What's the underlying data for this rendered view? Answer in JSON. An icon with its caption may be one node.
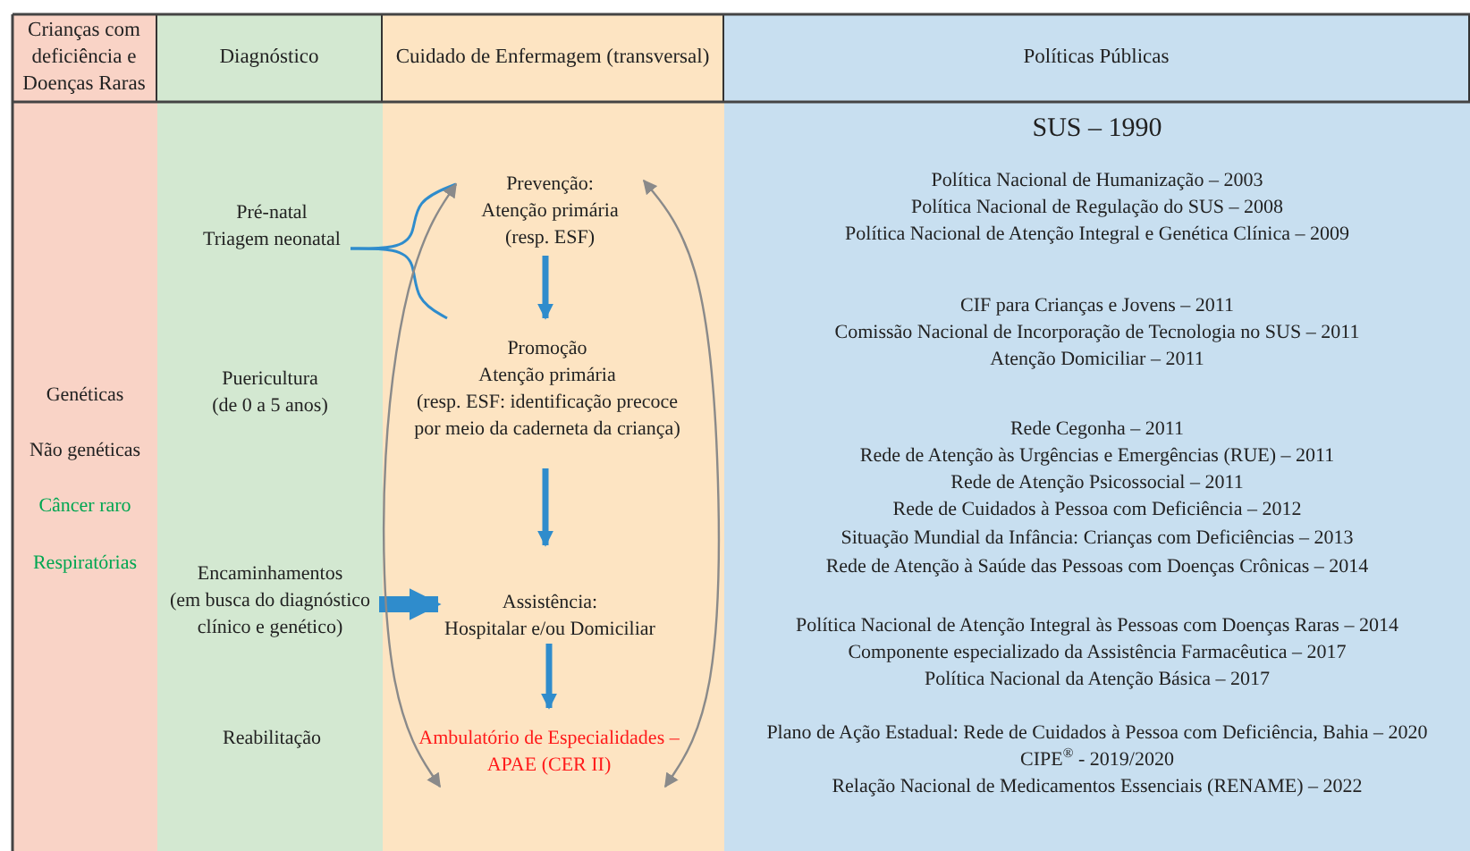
{
  "diagram": {
    "nodes": [
      {
        "text": [
          "Crianças com deficiência e Doenças Raras"
        ]
      },
      {
        "text": [
          "Diagnóstico"
        ]
      },
      {
        "text": [
          "Cuidado de Enfermagem (transversal)"
        ]
      },
      {
        "text": [
          "Políticas Públicas"
        ]
      },
      {
        "text": [
          "Genéticas",
          "Não genéticas",
          "Câncer raro",
          "Respiratórias"
        ]
      },
      {
        "text": [],
        "shape": "box"
      },
      {
        "text": [
          "Pré-natal",
          "Triagem neonatal"
        ],
        "in": 5
      },
      {
        "text": [
          "Puericultura",
          "(de 0 a 5 anos)"
        ],
        "in": 5
      },
      {
        "text": [
          "Encaminhamentos",
          "(em busca do diagnóstico clínico e genético)"
        ],
        "in": 5
      },
      {
        "text": [
          "Reabilitação"
        ],
        "in": 5
      },
      {
        "text": [],
        "shape": "box"
      },
      {
        "text": [
          "Prevenção:",
          "Atenção primária",
          "(resp. ESF)"
        ],
        "in": 10
      },
      {
        "text": [
          "Promoção",
          "Atenção primária",
          "(resp. ESF: identificação precoce por meio da caderneta da criança)"
        ],
        "in": 10
      },
      {
        "text": [
          "Assistência:",
          "Hospitalar e/ou Domiciliar"
        ],
        "in": 10
      },
      {
        "text": [
          "Ambulatório de Especialidades – APAE (CER II)"
        ],
        "in": 10
      },
      {
        "text": [
          "SUS – 1990",
          "Política Nacional de Humanização – 2003",
          "Política Nacional de Regulação do SUS – 2008",
          "Política Nacional de Atenção Integral e Genética Clínica – 2009",
          "CIF para Crianças e Jovens – 2011",
          "Comissão Nacional de Incorporação de Tecnologia no SUS – 2011",
          "Atenção Domiciliar – 2011",
          "Rede Cegonha – 2011",
          "Rede de Atenção às Urgências e Emergências (RUE) – 2011",
          "Rede de Atenção Psicossocial – 2011",
          "Rede de Cuidados à Pessoa com Deficiência – 2012",
          "Situação Mundial da Infância: Crianças com Deficiências – 2013",
          "Rede de Atenção à Saúde das Pessoas com Doenças Crônicas – 2014",
          "Política Nacional de Atenção Integral às Pessoas com Doenças Raras – 2014",
          "Componente especializado da Assistência Farmacêutica – 2017",
          "Política Nacional da Atenção Básica – 2017",
          "Plano de Ação Estadual: Rede de Cuidados à Pessoa com Deficiência, Bahia – 2020",
          "CIPE$^{®}$ - 2019/2020",
          "Relação Nacional de Medicamentos Essenciais (RENAME) – 2022"
        ]
      }
    ],
    "edges": [
      {
        "from": 11,
        "to": 12,
        "arrow": "to",
        "style": "thick"
      },
      {
        "from": 12,
        "to": 13,
        "arrow": "to",
        "style": "thick"
      },
      {
        "from": 13,
        "to": 14,
        "arrow": "to",
        "style": "thick"
      },
      {
        "from": 8,
        "to": 13,
        "arrow": "to",
        "style": "thick"
      },
      {
        "from": 6,
        "to": 11,
        "arrow": "none"
      },
      {
        "from": 6,
        "to": 12,
        "arrow": "none"
      },
      {
        "from": 14,
        "to": 11,
        "arrow": "both",
        "color": "#8a8a8a"
      },
      {
        "from": 14,
        "to": 11,
        "arrow": "both",
        "color": "#8a8a8a"
      }
    ]
  }
}
